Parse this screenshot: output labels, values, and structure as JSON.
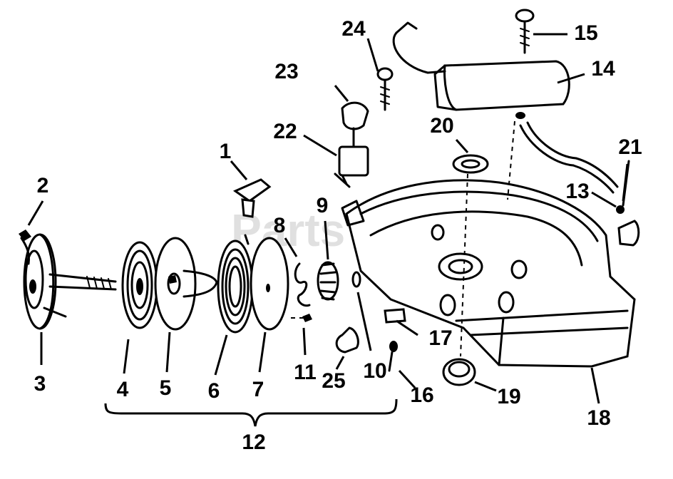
{
  "watermark": "PartsTree",
  "callouts": {
    "c1": "1",
    "c2": "2",
    "c3": "3",
    "c4": "4",
    "c5": "5",
    "c6": "6",
    "c7": "7",
    "c8": "8",
    "c9": "9",
    "c10": "10",
    "c11": "11",
    "c12": "12",
    "c13": "13",
    "c14": "14",
    "c15": "15",
    "c16": "16",
    "c17": "17",
    "c18": "18",
    "c19": "19",
    "c20": "20",
    "c21": "21",
    "c22": "22",
    "c23": "23",
    "c24": "24",
    "c25": "25"
  }
}
